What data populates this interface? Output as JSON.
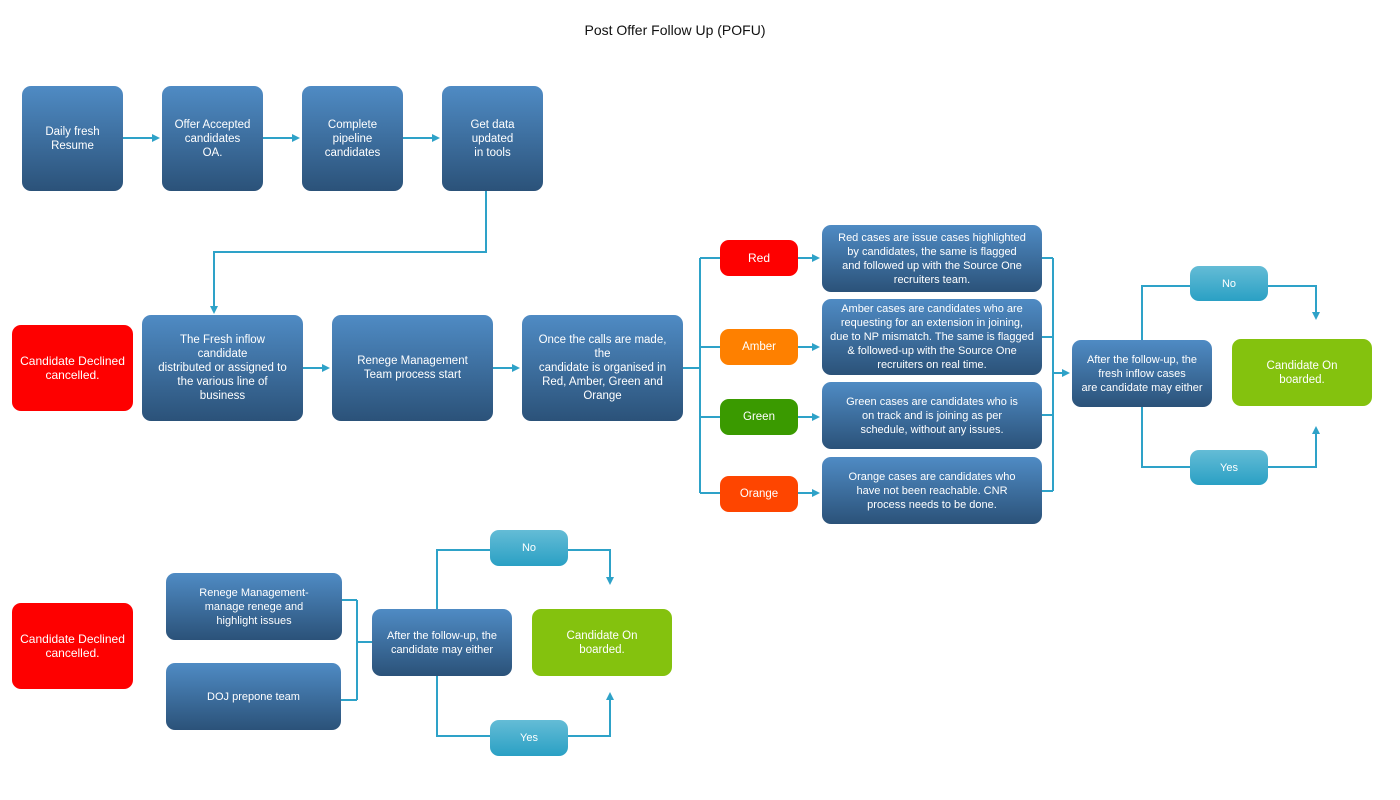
{
  "title": "Post Offer Follow Up (POFU)",
  "colors": {
    "connector": "#2ea2c8",
    "process": "#3d6d9e",
    "red": "#fe0000",
    "amber": "#fe8000",
    "green": "#3a9a00",
    "orange": "#fe4500",
    "decision": "#3bb0d0",
    "onboarded": "#84c20e"
  },
  "top_row": [
    "Daily fresh\nResume",
    "Offer Accepted\ncandidates\nOA.",
    "Complete\npipeline\ncandidates",
    "Get data\nupdated\nin tools"
  ],
  "middle": {
    "declined": "Candidate Declined\ncancelled.",
    "fresh_inflow": "The Fresh inflow\ncandidate\ndistributed or assigned to\nthe various line of\nbusiness",
    "renege_start": "Renege Management\nTeam process start",
    "organised": "Once the calls are made, the\ncandidate is organised in\nRed, Amber, Green and\nOrange",
    "categories": [
      {
        "label": "Red",
        "description": "Red cases are issue cases highlighted\nby candidates, the same is flagged\nand followed up with the Source One\nrecruiters team."
      },
      {
        "label": "Amber",
        "description": "Amber cases are candidates who are\nrequesting for an extension in joining,\ndue to NP mismatch. The same is flagged\n& followed-up with the Source One\nrecruiters on real time."
      },
      {
        "label": "Green",
        "description": "Green cases are candidates who is\non track and is joining as per\nschedule, without any issues."
      },
      {
        "label": "Orange",
        "description": "Orange cases are candidates who\nhave not been reachable. CNR\nprocess needs to be done."
      }
    ],
    "follow_up": "After the follow-up, the\nfresh inflow cases\nare candidate may either",
    "no": "No",
    "yes": "Yes",
    "onboarded": "Candidate On\nboarded."
  },
  "bottom": {
    "declined": "Candidate Declined\ncancelled.",
    "renege_manage": "Renege Management-\nmanage renege and\nhighlight issues",
    "doj": "DOJ prepone team",
    "follow_up": "After the follow-up, the\ncandidate may either",
    "no": "No",
    "yes": "Yes",
    "onboarded": "Candidate On\nboarded."
  }
}
